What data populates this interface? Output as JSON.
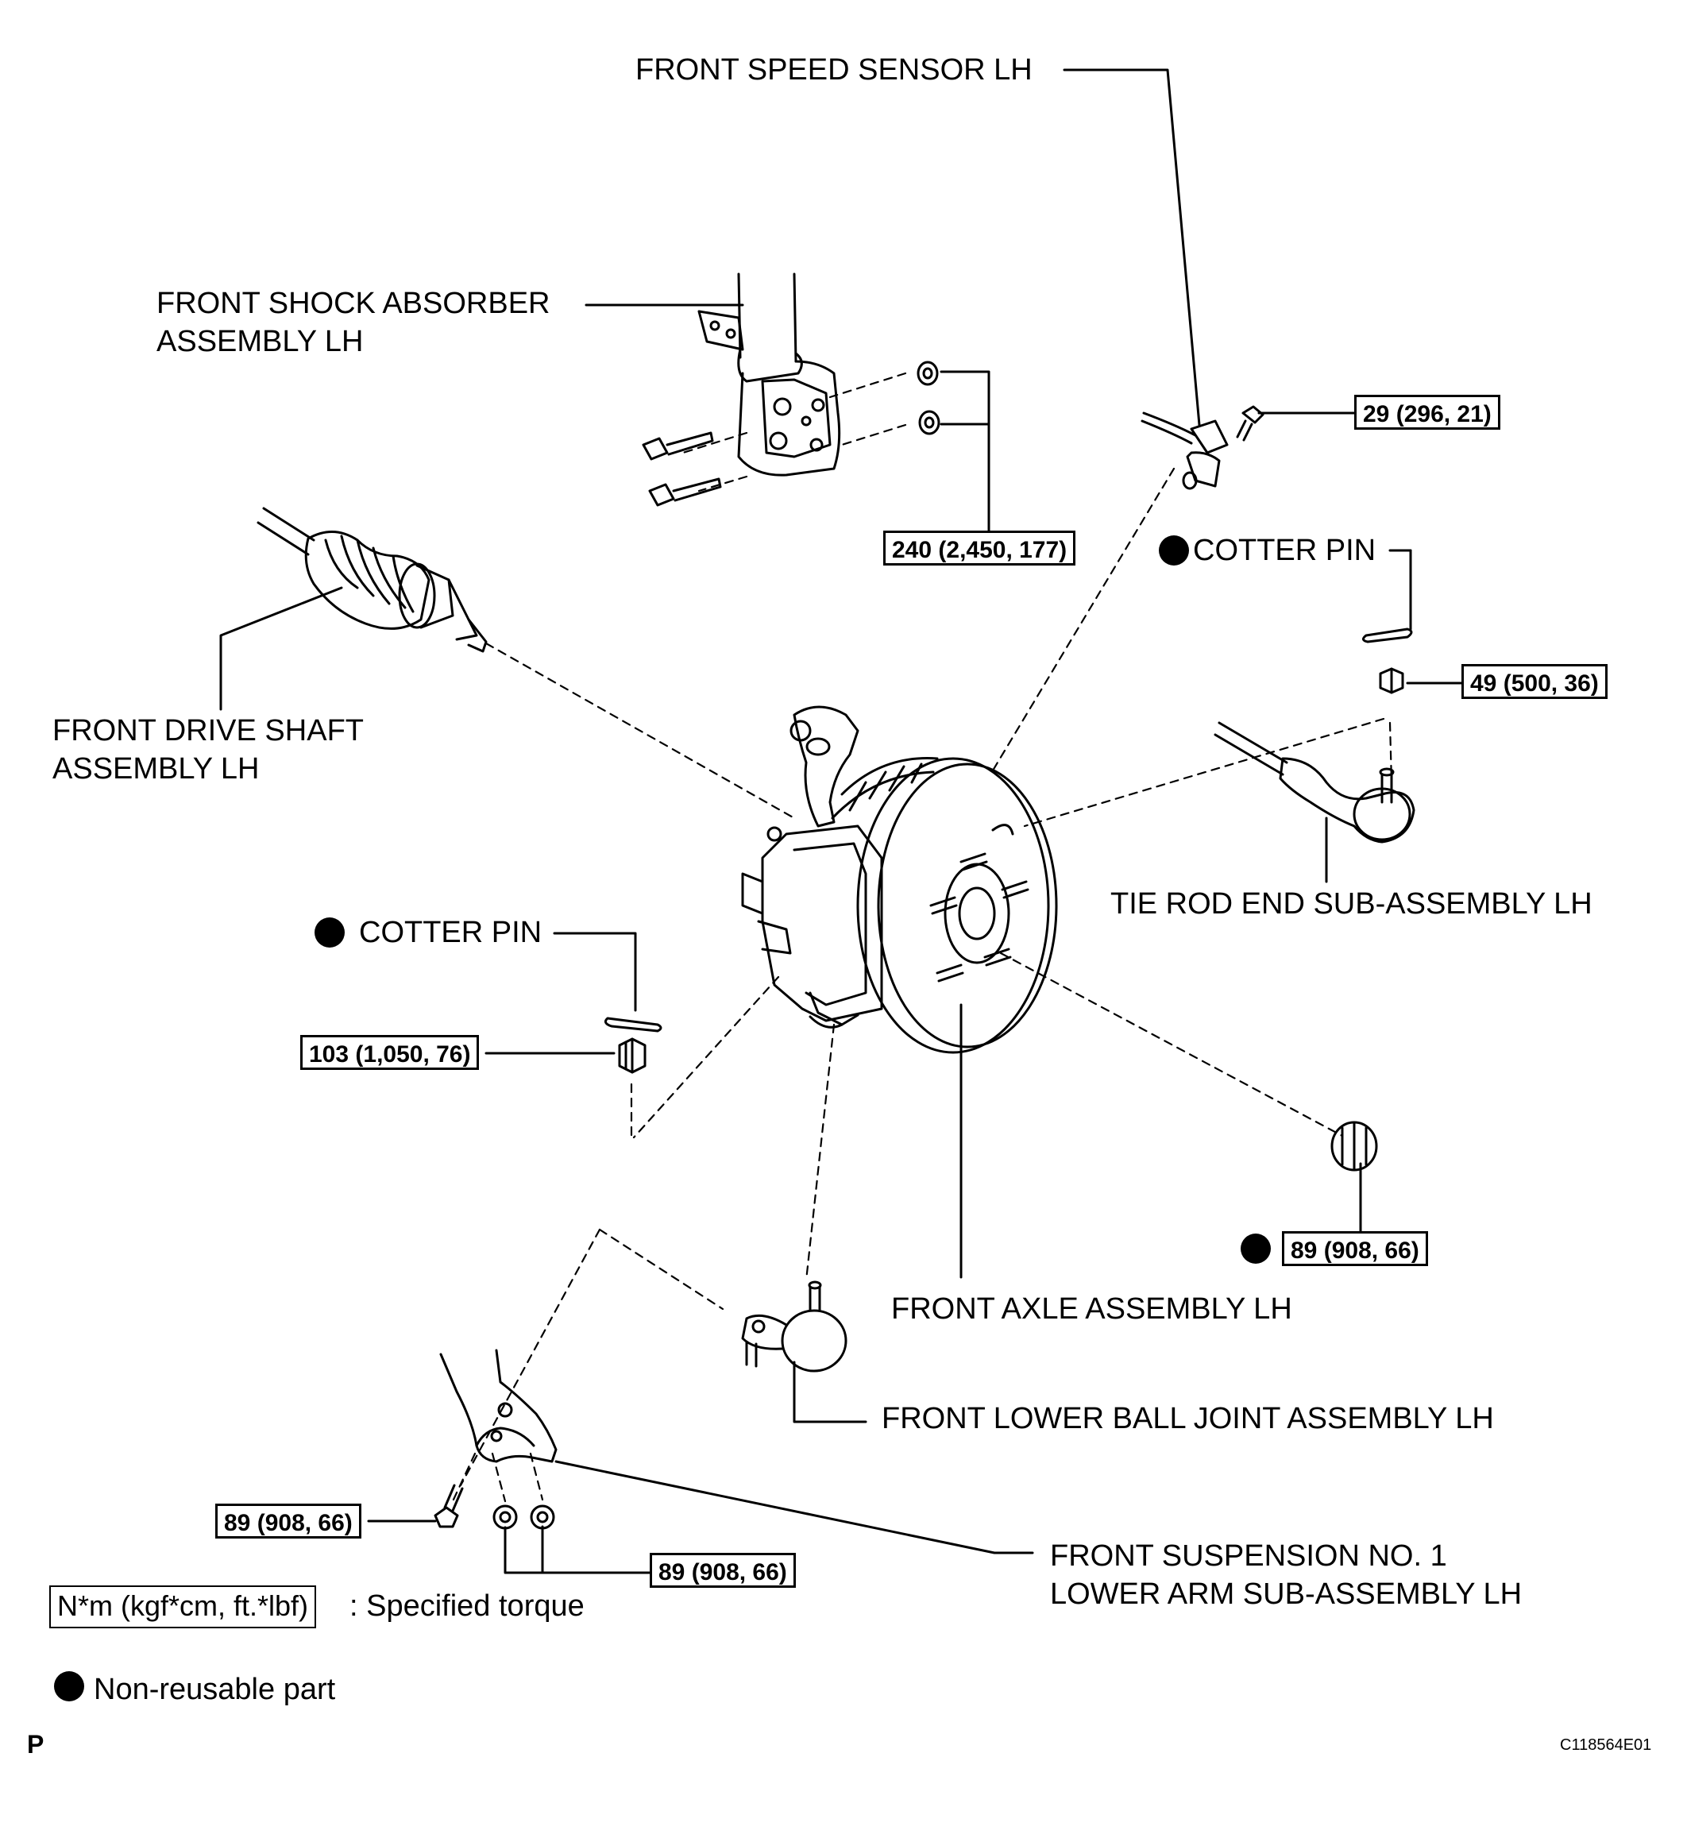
{
  "labels": {
    "speed_sensor": "FRONT SPEED SENSOR LH",
    "shock_1": "FRONT SHOCK ABSORBER",
    "shock_2": "ASSEMBLY LH",
    "drive_shaft_1": "FRONT DRIVE SHAFT",
    "drive_shaft_2": "ASSEMBLY LH",
    "cotter_pin_upper": "COTTER PIN",
    "cotter_pin_lower": "COTTER PIN",
    "tie_rod": "TIE ROD END SUB-ASSEMBLY LH",
    "front_axle": "FRONT AXLE ASSEMBLY LH",
    "ball_joint": "FRONT LOWER BALL JOINT ASSEMBLY LH",
    "lower_arm_1": "FRONT SUSPENSION NO. 1",
    "lower_arm_2": "LOWER ARM SUB-ASSEMBLY LH"
  },
  "torques": {
    "speed_sensor_bolt": "29 (296, 21)",
    "shock_bolts": "240 (2,450, 177)",
    "tie_rod_nut": "49 (500, 36)",
    "ball_joint_nut": "103 (1,050, 76)",
    "axle_hub_nut": "89 (908, 66)",
    "lower_arm_bolt": "89 (908, 66)",
    "lower_arm_nuts": "89 (908, 66)"
  },
  "legend": {
    "torque_box": "N*m (kgf*cm, ft.*lbf)",
    "torque_text": ": Specified torque",
    "nonreusable_text": "Non-reusable part"
  },
  "corner": {
    "left_mark": "P",
    "figure_id": "C118564E01"
  }
}
